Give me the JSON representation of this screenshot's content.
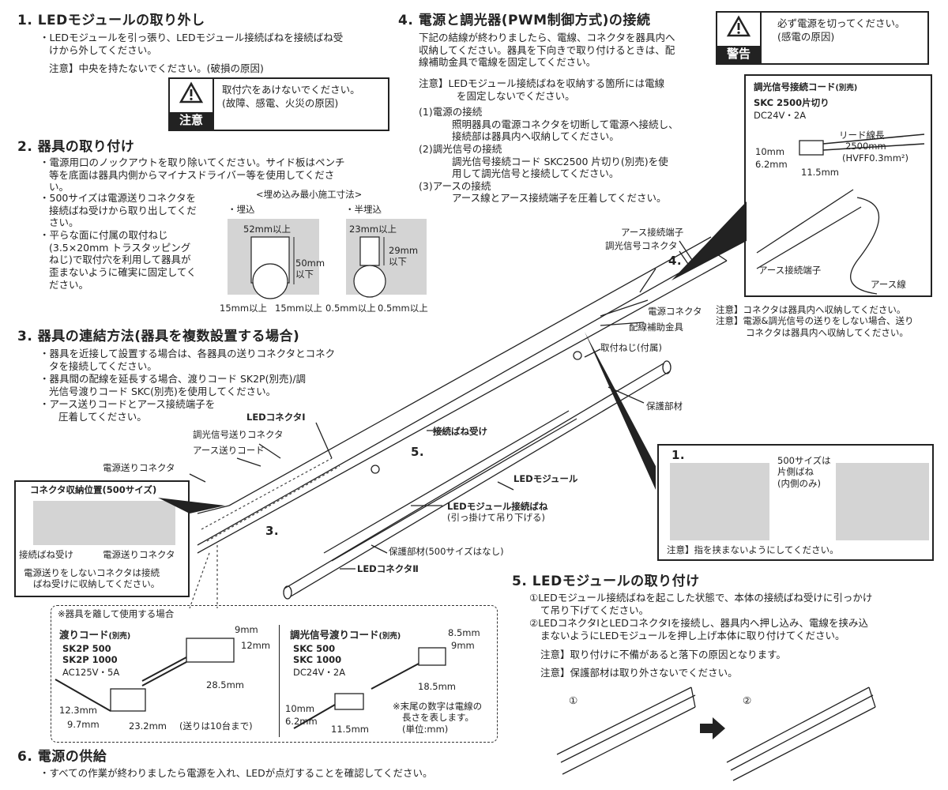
{
  "s1": {
    "heading": "1. LEDモジュールの取り外し",
    "line1": "・LEDモジュールを引っ張り、LEDモジュール接続ばねを接続ばね受",
    "line2": "けから外してください。",
    "note": "注意】中央を持たないでください。(破損の原因)",
    "caution_label": "注意",
    "caution_line1": "取付穴をあけないでください。",
    "caution_line2": "(故障、感電、火災の原因)"
  },
  "s2": {
    "heading": "2. 器具の取り付け",
    "b1_l1": "・電源用口のノックアウトを取り除いてください。サイド板はペンチ",
    "b1_l2": "等を底面は器具内側からマイナスドライバー等を使用してくださ",
    "b1_l3": "い。",
    "b2_l1": "・500サイズは電源送りコネクタを",
    "b2_l2": "接続ばね受けから取り出してくだ",
    "b2_l3": "さい。",
    "b3_l1": "・平らな面に付属の取付ねじ",
    "b3_l2": "(3.5×20mm トラスタッピング",
    "b3_l3": "ねじ)で取付穴を利用して器具が",
    "b3_l4": "歪まないように確実に固定してく",
    "b3_l5": "ださい。",
    "min_title": "<埋め込み最小施工寸法>",
    "embed_label": "・埋込",
    "semi_label": "・半埋込",
    "embed_top": "52mm以上",
    "embed_height_1": "50mm",
    "embed_height_2": "以下",
    "embed_bottom_l": "15mm以上",
    "embed_bottom_r": "15mm以上",
    "semi_top": "23mm以上",
    "semi_height_1": "29mm",
    "semi_height_2": "以下",
    "semi_bottom_l": "0.5mm以上",
    "semi_bottom_r": "0.5mm以上"
  },
  "s3": {
    "heading": "3. 器具の連結方法(器具を複数設置する場合)",
    "b1_l1": "・器具を近接して設置する場合は、各器具の送りコネクタとコネク",
    "b1_l2": "タを接続してください。",
    "b2_l1": "・器具間の配線を延長する場合、渡りコード SK2P(別売)/調",
    "b2_l2": "光信号渡りコード SKC(別売)を使用してください。",
    "b3_l1": "・アース送りコードとアース接続端子を",
    "b3_l2": "圧着してください。",
    "box_title": "コネクタ収納位置(500サイズ)",
    "box_label_spring": "接続ばね受け",
    "box_label_conn": "電源送りコネクタ",
    "box_note_l1": "電源送りをしないコネクタは接続",
    "box_note_l2": "ばね受けに収納してください。"
  },
  "s4": {
    "heading": "4. 電源と調光器(PWM制御方式)の接続",
    "p1_l1": "下記の結線が終わりましたら、電線、コネクタを器具内へ",
    "p1_l2": "収納してください。器具を下向きで取り付けるときは、配",
    "p1_l3": "線補助金具で電線を固定してください。",
    "note_l1": "注意】LEDモジュール接続ばねを収納する箇所には電線",
    "note_l2": "を固定しないでください。",
    "i1_title": "(1)電源の接続",
    "i1_l1": "照明器具の電源コネクタを切断して電源へ接続し、",
    "i1_l2": "接続部は器具内へ収納してください。",
    "i2_title": "(2)調光信号の接続",
    "i2_l1": "調光信号接続コード SKC2500 片切り(別売)を使",
    "i2_l2": "用して調光信号と接続してください。",
    "i3_title": "(3)アースの接続",
    "i3_l1": "アース線とアース接続端子を圧着してください。",
    "warn_label": "警告",
    "warn_l1": "必ず電源を切ってください。",
    "warn_l2": "(感電の原因)",
    "cord_title": "調光信号接続コード",
    "cord_title_sub": "(別売)",
    "cord_model": "SKC 2500片切り",
    "cord_spec": "DC24V・2A",
    "cord_lead_1": "リード線長",
    "cord_lead_2": "2500mm",
    "cord_lead_3": "(HVFF0.3mm²)",
    "cord_dim_10": "10mm",
    "cord_dim_62": "6.2mm",
    "cord_dim_115": "11.5mm",
    "inset_earth_terminal": "アース接続端子",
    "inset_earth_wire": "アース線",
    "note2": "注意】コネクタは器具内へ収納してください。",
    "note3_l1": "注意】電源&調光信号の送りをしない場合、送り",
    "note3_l2": "コネクタは器具内へ収納してください。"
  },
  "diagram": {
    "earth_terminal": "アース接続端子",
    "dim_connector": "調光信号コネクタ",
    "step4": "4.",
    "power_connector": "電源コネクタ",
    "wiring_bracket": "配線補助金具",
    "screw": "取付ねじ(付属)",
    "cover": "保護部材",
    "led_conn_1": "LEDコネクタⅠ",
    "dim_feed": "調光信号送りコネクタ",
    "earth_feed": "アース送りコード",
    "spring_seat": "接続ばね受け",
    "step5": "5.",
    "power_feed": "電源送りコネクタ",
    "led_module": "LEDモジュール",
    "led_spring_1": "LEDモジュール接続ばね",
    "led_spring_2": "(引っ掛けて吊り下げる)",
    "step3": "3.",
    "cover_500": "保護部材(500サイズはなし)",
    "led_conn_2": "LEDコネクタⅡ"
  },
  "removal": {
    "step1": "1.",
    "label_1": "500サイズは",
    "label_2": "片側ばね",
    "label_3": "(内側のみ)",
    "note": "注意】指を挟まないようにしてください。"
  },
  "cords": {
    "header": "※器具を離して使用する場合",
    "sk2p_title": "渡りコード",
    "sk2p_sub": "(別売)",
    "sk2p_m1": "SK2P 500",
    "sk2p_m2": "SK2P 1000",
    "sk2p_spec": "AC125V・5A",
    "sk2p_d9": "9mm",
    "sk2p_d12": "12mm",
    "sk2p_d285": "28.5mm",
    "sk2p_d123": "12.3mm",
    "sk2p_d97": "9.7mm",
    "sk2p_d232": "23.2mm",
    "sk2p_note": "(送りは10台まで)",
    "skc_title": "調光信号渡りコード",
    "skc_sub": "(別売)",
    "skc_m1": "SKC 500",
    "skc_m2": "SKC 1000",
    "skc_spec": "DC24V・2A",
    "skc_d85": "8.5mm",
    "skc_d9": "9mm",
    "skc_d185": "18.5mm",
    "skc_d10": "10mm",
    "skc_d62": "6.2mm",
    "skc_d115": "11.5mm",
    "skc_note_1": "※末尾の数字は電線の",
    "skc_note_2": "長さを表します。",
    "skc_note_3": "(単位:mm)"
  },
  "s5": {
    "heading": "5. LEDモジュールの取り付け",
    "i1_l1": "①LEDモジュール接続ばねを起こした状態で、本体の接続ばね受けに引っかけ",
    "i1_l2": "て吊り下げてください。",
    "i2_l1": "②LEDコネクタⅠとLEDコネクタⅠを接続し、器具内へ押し込み、電線を挟み込",
    "i2_l2": "まないようにLEDモジュールを押し上げ本体に取り付けてください。",
    "note1": "注意】取り付けに不備があると落下の原因となります。",
    "note2": "注意】保護部材は取り外さないでください。",
    "fig1": "①",
    "fig2": "②"
  },
  "s6": {
    "heading": "6. 電源の供給",
    "line": "・すべての作業が終わりましたら電源を入れ、LEDが点灯することを確認してください。"
  }
}
